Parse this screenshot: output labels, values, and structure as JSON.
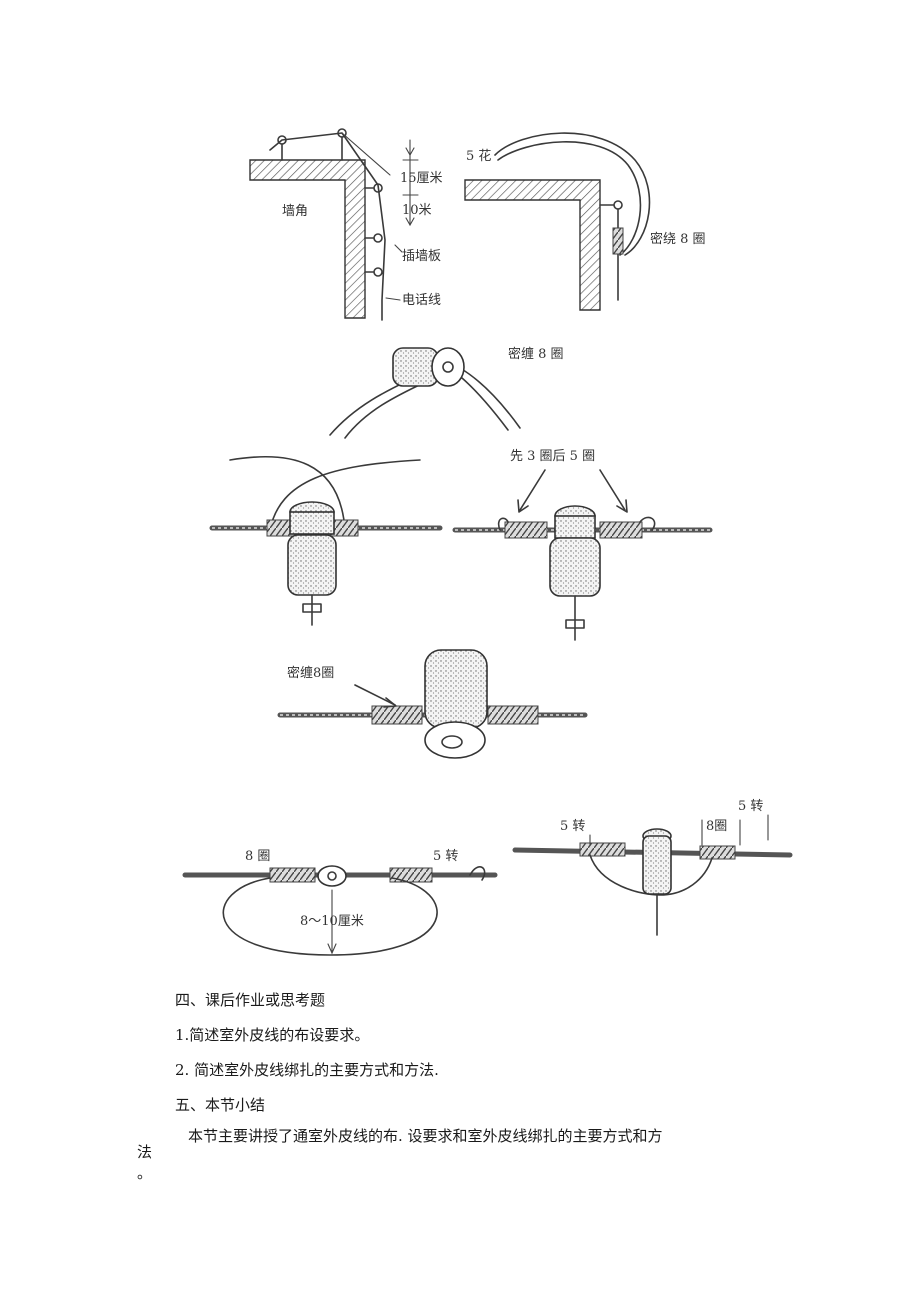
{
  "figure_labels": {
    "qiang_jiao": "墙角",
    "cm15": "15厘米",
    "m10": "10米",
    "cha_qiang_ban": "插墙板",
    "dian_hua_xian": "电话线",
    "wu_hua": "5 花",
    "mi_rao_8": "密绕 8 圈",
    "mi_chan_8_a": "密缠 8 圈",
    "xian3_hou5": "先 3 圈后 5 圈",
    "mi_chan_8_b": "密缠8圈",
    "quan8_a": "8 圈",
    "zhuan5_a": "5 转",
    "cm8_10": "8～10厘米",
    "zhuan5_b": "5 转",
    "quan8_b": "8圈",
    "zhuan5_c": "5 转"
  },
  "text": {
    "heading4": "四、课后作业或思考题",
    "q1": "1.简述室外皮线的布设要求。",
    "q2": "2. 简述室外皮线绑扎的主要方式和方法.",
    "heading5": "五、本节小结",
    "summary_l1": "本节主要讲授了通室外皮线的布. 设要求和室外皮线绑扎的主要方式和方",
    "summary_l2": "法",
    "summary_l3": "。"
  }
}
